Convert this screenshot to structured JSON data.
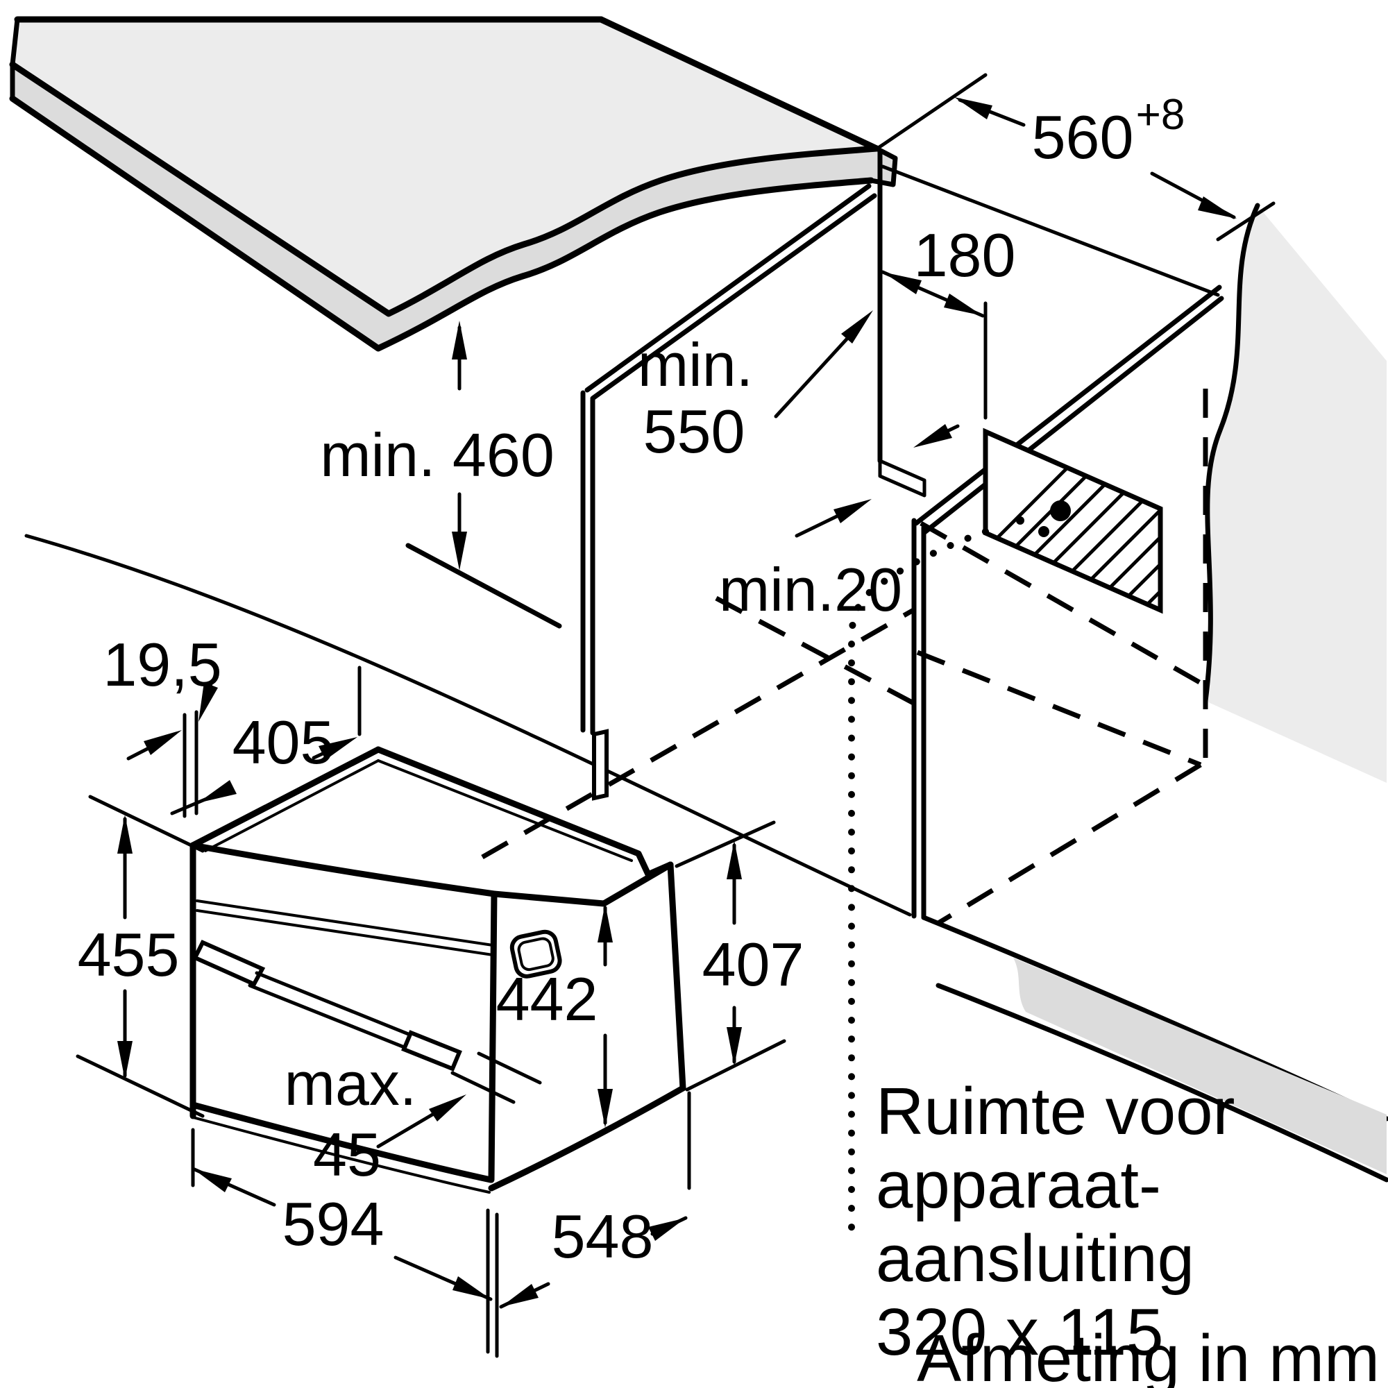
{
  "diagram": {
    "type": "appliance-installation-drawing",
    "labels": {
      "niche_width": "560",
      "niche_width_tolerance": "+8",
      "side_clearance": "180",
      "niche_depth_line1": "min.",
      "niche_depth_line2": "550",
      "niche_height": "min. 460",
      "rear_gap": "min.20",
      "front_frame_depth": "19,5",
      "top_depth": "405",
      "front_height": "455",
      "body_height": "442",
      "rear_height": "407",
      "handle_depth_line1": "max.",
      "handle_depth_line2": "45",
      "appliance_width": "594",
      "body_depth": "548",
      "connection_note_line1": "Ruimte voor",
      "connection_note_line2": "apparaat-",
      "connection_note_line3": "aansluiting",
      "connection_note_line4": "320 x 115",
      "units_note": "Afmeting in mm"
    },
    "colors": {
      "line": "#000000",
      "worktop_surface": "#ececec",
      "worktop_edge": "#dcdcdc",
      "background": "#ffffff"
    }
  }
}
